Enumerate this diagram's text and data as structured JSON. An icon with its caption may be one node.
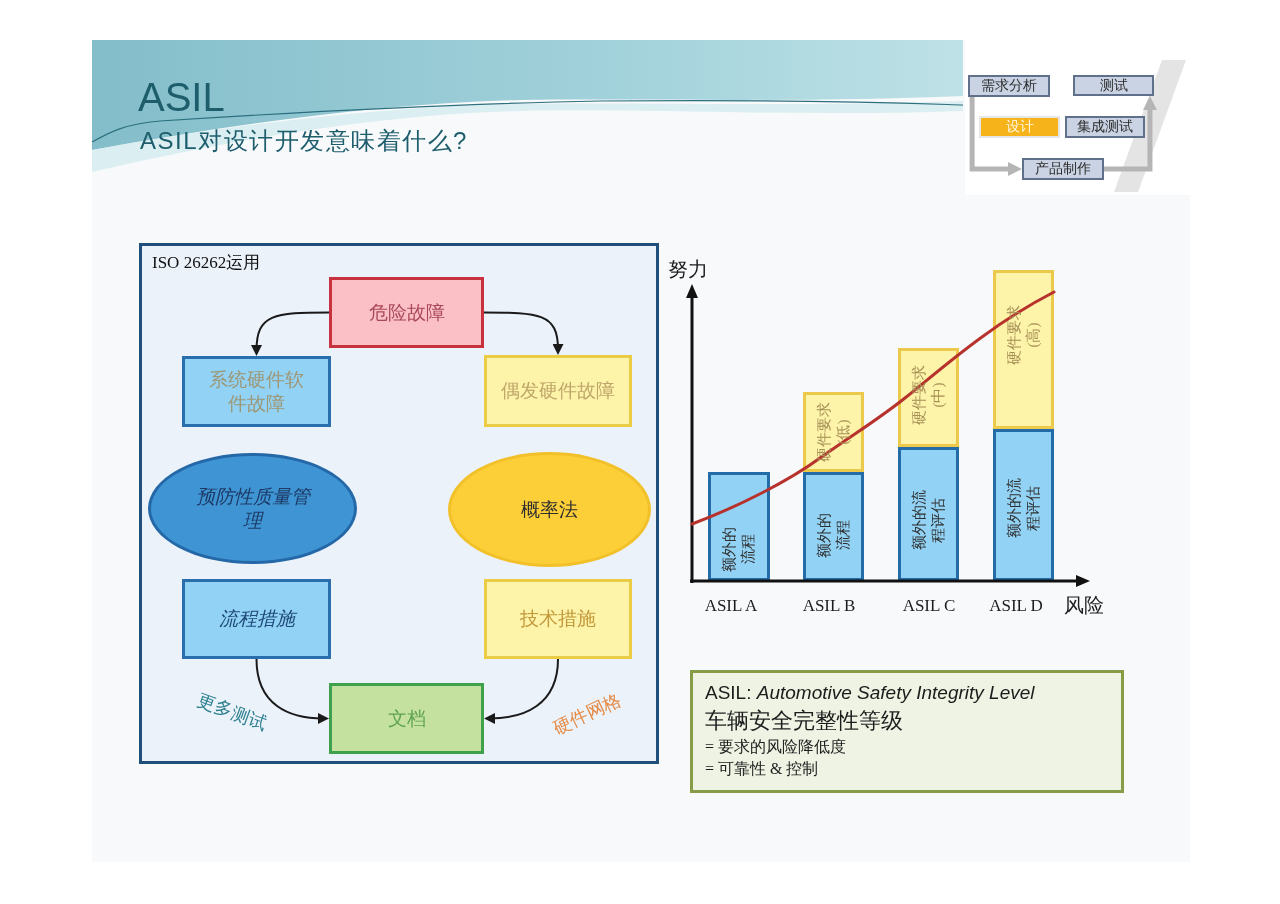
{
  "diagram": {
    "title": "ASIL",
    "nodes": [
      {
        "text": [
          "需求分析"
        ]
      },
      {
        "text": [
          "测试"
        ]
      },
      {
        "text": [
          "设计"
        ]
      },
      {
        "text": [
          "集成测试"
        ]
      },
      {
        "text": [
          "产品制作"
        ]
      },
      {
        "text": [
          "ISO 26262运用"
        ]
      },
      {
        "text": [
          "危险故障"
        ],
        "in": 5
      },
      {
        "text": [
          "系统硬件软件故障"
        ],
        "in": 5
      },
      {
        "text": [
          "偶发硬件故障"
        ],
        "in": 5
      },
      {
        "text": [
          "预防性质量管理"
        ],
        "in": 5
      },
      {
        "text": [
          "概率法"
        ],
        "in": 5
      },
      {
        "text": [
          "流程措施"
        ],
        "in": 5
      },
      {
        "text": [
          "技术措施"
        ],
        "in": 5
      },
      {
        "text": [
          "文档"
        ],
        "in": 5
      },
      {
        "text": [
          "额外的流程"
        ]
      },
      {
        "text": [
          "硬件要求(低)"
        ]
      },
      {
        "text": [
          "额外的流程"
        ]
      },
      {
        "text": [
          "硬件要求(中)"
        ]
      },
      {
        "text": [
          "额外的流程评估"
        ]
      },
      {
        "text": [
          "硬件要求(高)"
        ]
      },
      {
        "text": [
          "额外的流程评估"
        ]
      },
      {
        "text": [
          "ASIL: *Automotive Safety Integrity Level*",
          "车辆安全完整性等级",
          "= 要求的风险降低度",
          "= 可靠性 & 控制"
        ]
      }
    ],
    "edges": [
      {
        "from": 0,
        "to": 4,
        "arrow": "to",
        "style": "thick",
        "color": "#b5b5b5"
      },
      {
        "from": 4,
        "to": 1,
        "arrow": "to",
        "style": "thick",
        "color": "#b5b5b5"
      },
      {
        "from": 6,
        "to": 7,
        "arrow": "to"
      },
      {
        "from": 6,
        "to": 8,
        "arrow": "to"
      },
      {
        "from": 11,
        "to": 13,
        "arrow": "to",
        "label": "更多测试"
      },
      {
        "from": 12,
        "to": 13,
        "arrow": "to",
        "label": "硬件网格"
      }
    ],
    "labels": [
      "ASIL对设计开发意味着什么?",
      "努力",
      "ASIL A",
      "ASIL B",
      "ASIL C",
      "ASIL D",
      "风险"
    ]
  }
}
